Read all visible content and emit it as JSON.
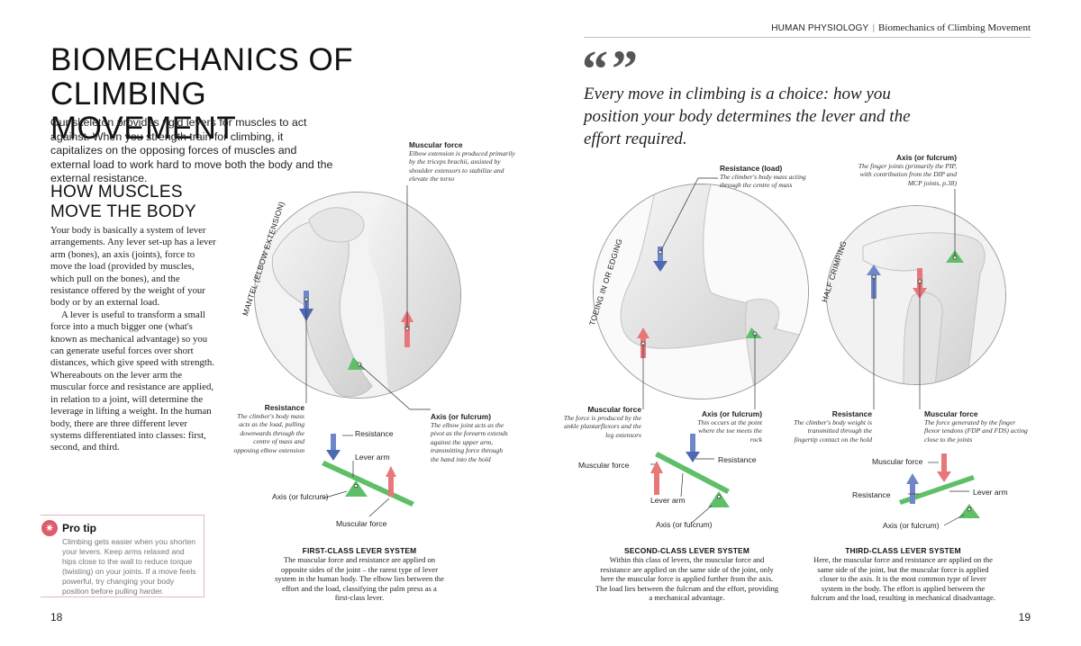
{
  "header": {
    "section": "HUMAN PHYSIOLOGY",
    "separator": "|",
    "chapter": "Biomechanics of Climbing Movement"
  },
  "title": "BIOMECHANICS OF CLIMBING MOVEMENT",
  "intro": "Our skeleton provides rigid levers for muscles to act against. When you strength train for climbing, it capitalizes on the opposing forces of muscles and external load to work hard to move both the body and the external resistance.",
  "subtitle": "HOW MUSCLES MOVE THE BODY",
  "body": {
    "p1": "Your body is basically a system of lever arrangements. Any lever set-up has a lever arm (bones), an axis (joints), force to move the load (provided by muscles, which pull on the bones), and the resistance offered by the weight of your body or by an external load.",
    "p2": "A lever is useful to transform a small force into a much bigger one (what's known as mechanical advantage) so you can generate useful forces over short distances, which give speed with strength. Whereabouts on the lever arm the muscular force and resistance are applied, in relation to a joint, will determine the leverage in lifting a weight. In the human body, there are three different lever systems differentiated into classes: first, second, and third."
  },
  "pro_tip": {
    "icon": "star-icon",
    "title": "Pro tip",
    "text": "Climbing gets easier when you shorten your levers. Keep arms relaxed and hips close to the wall to reduce torque (twisting) on your joints. If a move feels powerful, try changing your body position before pulling harder."
  },
  "quote": {
    "mark": "“”",
    "text": "Every move in climbing is a choice: how you position your body determines the lever and the effort required."
  },
  "folios": {
    "left": "18",
    "right": "19"
  },
  "colors": {
    "force_red": "#e8777a",
    "resistance_blue": "#6f87c9",
    "lever_green": "#5fbf68",
    "accent": "#e05b6a"
  },
  "illustrations": {
    "mantel": {
      "circle_label": "MANTEL (ELBOW EXTENSION)",
      "muscular_force": {
        "title": "Muscular force",
        "text": "Elbow extension is produced primarily by the triceps brachii, assisted by shoulder extensors to stabilize and elevate the torso"
      },
      "resistance": {
        "title": "Resistance",
        "text": "The climber's body mass acts as the load, pulling downwards through the centre of mass and opposing elbow extension"
      },
      "axis": {
        "title": "Axis (or fulcrum)",
        "text": "The elbow joint acts as the pivot as the forearm extends against the upper arm, transmitting force through the hand into the hold"
      }
    },
    "toeing": {
      "circle_label": "TOEING IN OR EDGING",
      "resistance": {
        "title": "Resistance (load)",
        "text": "The climber's body mass acting through the centre of mass"
      },
      "muscular_force": {
        "title": "Muscular force",
        "text": "The force is produced by the ankle plantarflexors and the leg extensors"
      },
      "axis": {
        "title": "Axis (or fulcrum)",
        "text": "This occurs at the point where the toe meets the rock"
      }
    },
    "crimping": {
      "circle_label": "HALF CRIMPING",
      "axis": {
        "title": "Axis (or fulcrum)",
        "text": "The finger joints (primarily the PIP, with contribution from the DIP and MCP joints, p.38)"
      },
      "resistance": {
        "title": "Resistance",
        "text": "The climber's body weight is transmitted through the fingertip contact on the hold"
      },
      "muscular_force": {
        "title": "Muscular force",
        "text": "The force generated by the finger flexor tendons (FDP and FDS) acting close to the joints"
      }
    }
  },
  "diagrams": {
    "first": {
      "resistance": "Resistance",
      "lever_arm": "Lever arm",
      "axis": "Axis (or fulcrum)",
      "muscular_force": "Muscular force"
    },
    "second": {
      "muscular_force": "Muscular force",
      "resistance": "Resistance",
      "lever_arm": "Lever arm",
      "axis": "Axis (or fulcrum)"
    },
    "third": {
      "muscular_force": "Muscular force",
      "resistance": "Resistance",
      "lever_arm": "Lever arm",
      "axis": "Axis (or fulcrum)"
    }
  },
  "captions": {
    "first": {
      "title": "FIRST-CLASS LEVER SYSTEM",
      "text": "The muscular force and resistance are applied on opposite sides of the joint – the rarest type of lever system in the human body. The elbow lies between the effort and the load, classifying the palm press as a first-class lever."
    },
    "second": {
      "title": "SECOND-CLASS LEVER SYSTEM",
      "text": "Within this class of levers, the muscular force and resistance are applied on the same side of the joint, only here the muscular force is applied further from the axis. The load lies between the fulcrum and the effort, providing a mechanical advantage."
    },
    "third": {
      "title": "THIRD-CLASS LEVER SYSTEM",
      "text": "Here, the muscular force and resistance are applied on the same side of the joint, but the muscular force is applied closer to the axis. It is the most common type of lever system in the body. The effort is applied between the fulcrum and the load, resulting in mechanical disadvantage."
    }
  }
}
